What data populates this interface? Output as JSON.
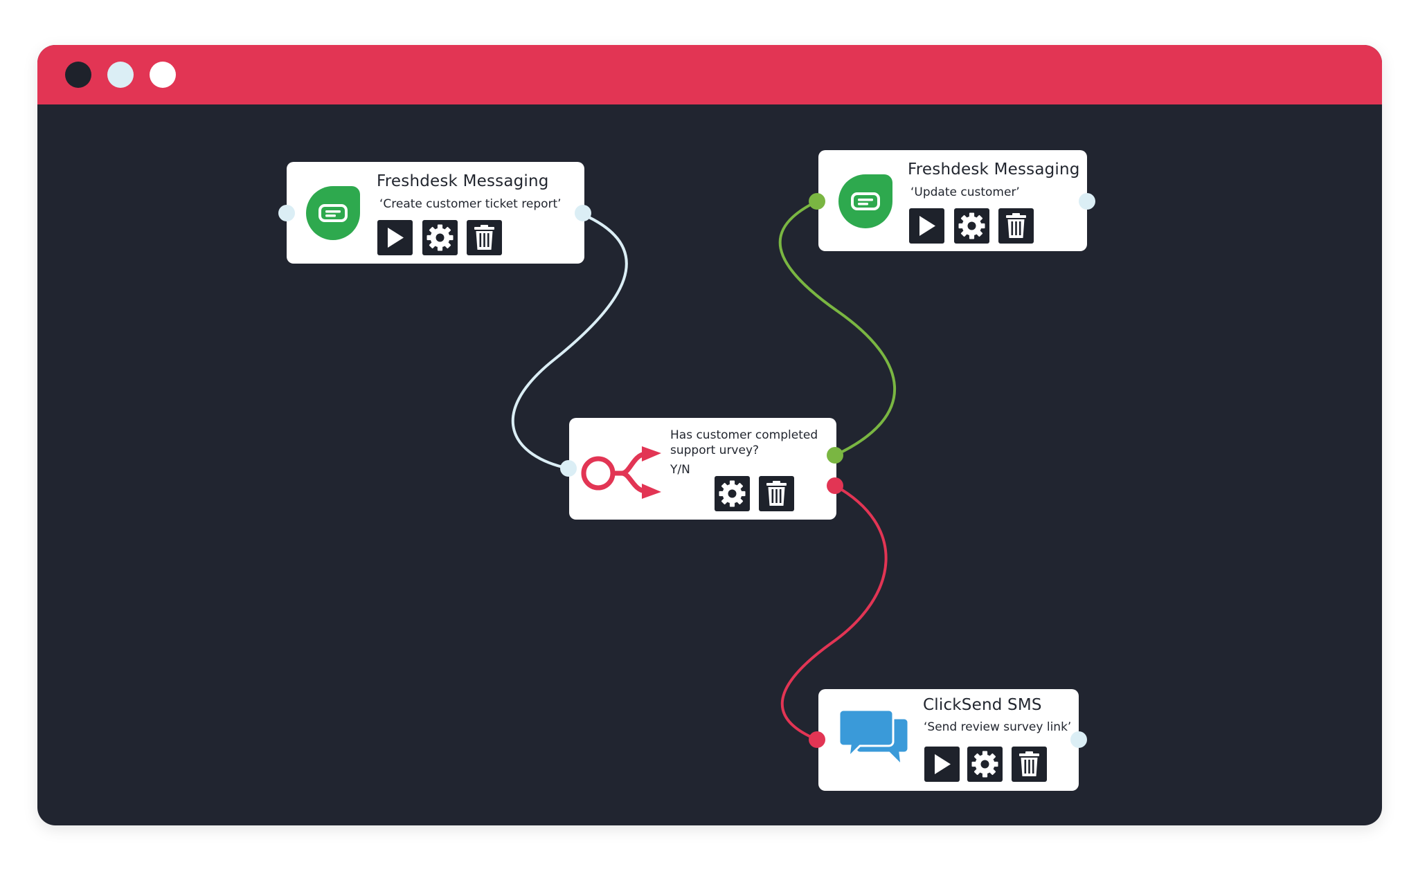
{
  "window": {
    "traffic_lights": [
      "#1e222b",
      "#dbeef5",
      "#ffffff"
    ],
    "titlebar_color": "#e23554",
    "canvas_color": "#212530"
  },
  "colors": {
    "wire_default": "#dbeef5",
    "wire_yes": "#7ab642",
    "wire_no": "#e23554",
    "freshdesk_green": "#2ea94e",
    "clicksend_blue": "#3a9ad9",
    "condition_red": "#e23554",
    "button_dark": "#1e222b"
  },
  "nodes": {
    "freshdesk_create": {
      "icon": "freshdesk-chat-icon",
      "title": "Freshdesk Messaging",
      "subtitle": "‘Create customer ticket report’"
    },
    "freshdesk_update": {
      "icon": "freshdesk-chat-icon",
      "title": "Freshdesk Messaging",
      "subtitle": "‘Update customer’"
    },
    "condition": {
      "icon": "branch-split-icon",
      "question_line1": "Has customer completed",
      "question_line2": "support urvey?",
      "answer": "Y/N"
    },
    "clicksend_sms": {
      "icon": "speech-bubbles-icon",
      "title": "ClickSend SMS",
      "subtitle": "‘Send review survey link’"
    }
  },
  "buttons": {
    "run": "play-icon",
    "settings": "gear-icon",
    "delete": "trash-icon"
  }
}
